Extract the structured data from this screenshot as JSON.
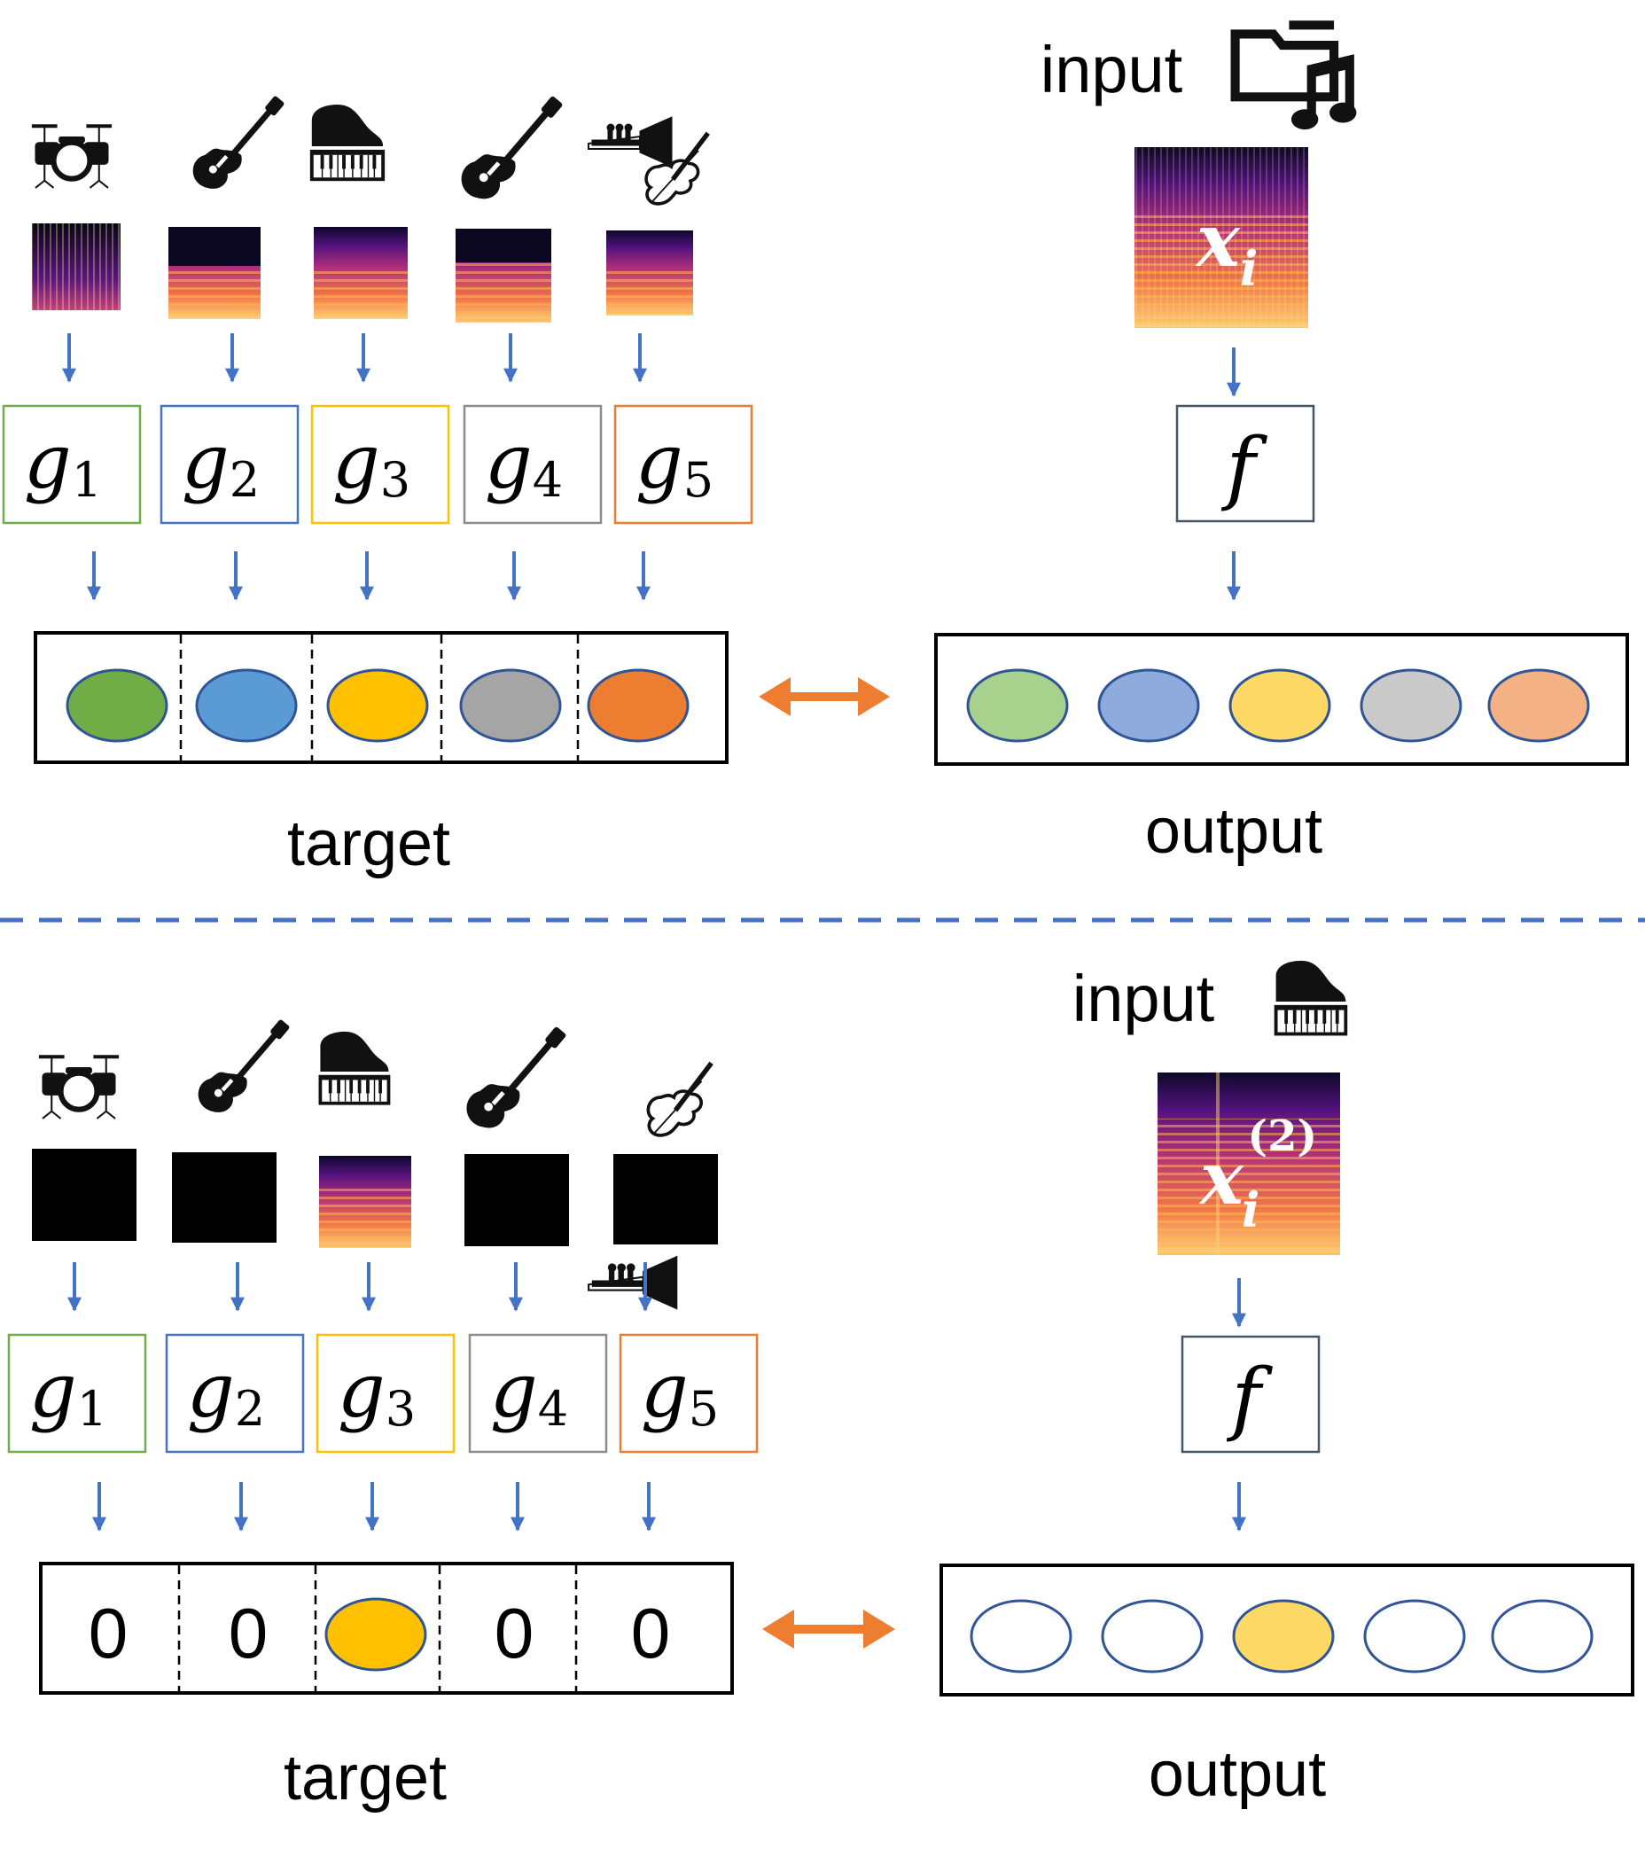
{
  "colors": {
    "arrow_blue": "#4472c4",
    "orange": "#ed7d31",
    "green": "#70ad47",
    "blue": "#5b9bd5",
    "gold": "#ffc000",
    "gray": "#a5a5a5",
    "light_green": "#a9d18e",
    "light_blue": "#8faadc",
    "light_gold": "#ffd966",
    "light_gray": "#c9c9c9",
    "light_orange": "#f4b183",
    "ellipse_stroke": "#2f5597",
    "box_border_f": "#44546a"
  },
  "top": {
    "instrument_icons": [
      "drum-kit-icon",
      "electric-guitar-icon",
      "piano-icon",
      "electric-guitar-icon",
      "trumpet-violin-icon"
    ],
    "g_labels": [
      {
        "letter": "g",
        "sub": "1",
        "color": "#70ad47"
      },
      {
        "letter": "g",
        "sub": "2",
        "color": "#4472c4"
      },
      {
        "letter": "g",
        "sub": "3",
        "color": "#ffc000"
      },
      {
        "letter": "g",
        "sub": "4",
        "color": "#8c8c8c"
      },
      {
        "letter": "g",
        "sub": "5",
        "color": "#ed7d31"
      }
    ],
    "input_label": "input",
    "input_icon": "music-folder-icon",
    "x_label": "x",
    "x_sub": "i",
    "f_label": "f",
    "target_label": "target",
    "output_label": "output"
  },
  "bottom": {
    "instrument_icons": [
      "drum-kit-icon",
      "electric-guitar-icon",
      "piano-icon",
      "electric-guitar-icon",
      "violin-icon"
    ],
    "extra_icon": "trumpet-icon",
    "g_labels": [
      {
        "letter": "g",
        "sub": "1",
        "color": "#70ad47"
      },
      {
        "letter": "g",
        "sub": "2",
        "color": "#4472c4"
      },
      {
        "letter": "g",
        "sub": "3",
        "color": "#ffc000"
      },
      {
        "letter": "g",
        "sub": "4",
        "color": "#8c8c8c"
      },
      {
        "letter": "g",
        "sub": "5",
        "color": "#ed7d31"
      }
    ],
    "input_label": "input",
    "input_icon": "piano-icon",
    "x_label": "x",
    "x_sub": "i",
    "x_sup": "(2)",
    "f_label": "f",
    "target_values": [
      "0",
      "0",
      "",
      "0",
      "0"
    ],
    "target_label": "target",
    "output_label": "output"
  }
}
